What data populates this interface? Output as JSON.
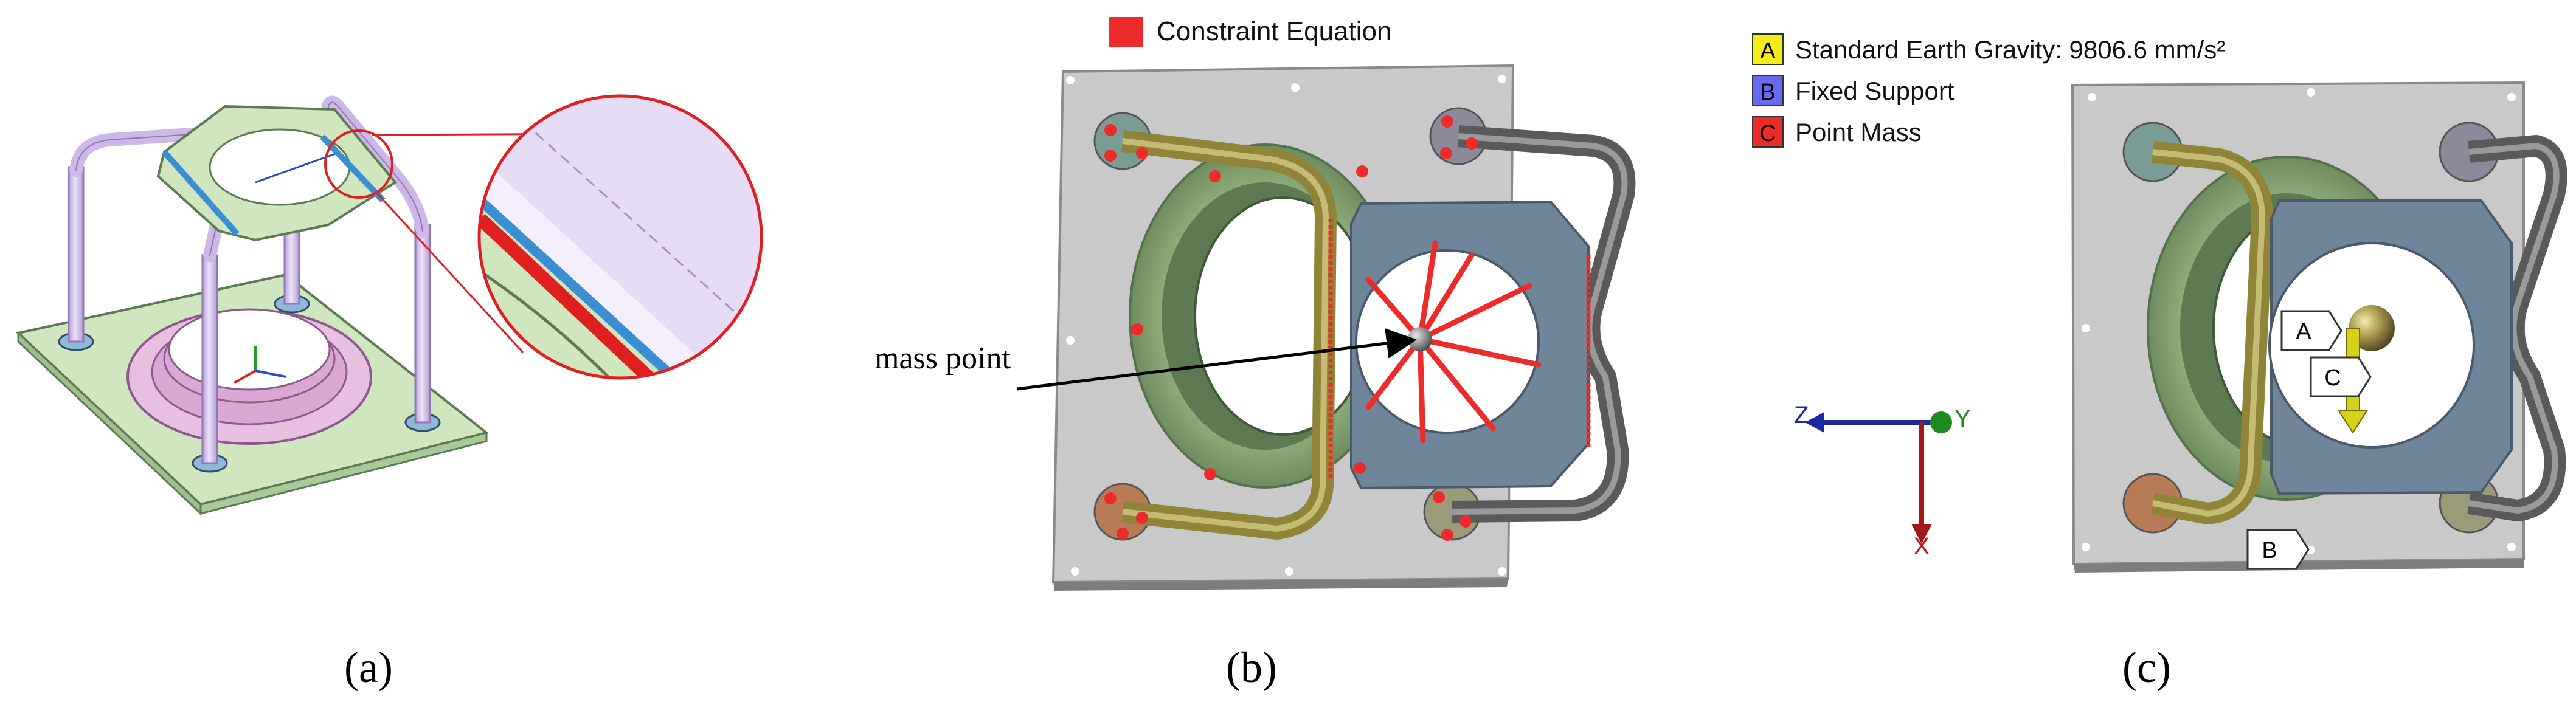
{
  "panels": {
    "a": {
      "caption": "(a)"
    },
    "b": {
      "caption": "(b)",
      "legend": {
        "label": "Constraint Equation",
        "color": "#ee2b2b"
      },
      "annotation": "mass point"
    },
    "c": {
      "caption": "(c)",
      "legend": [
        {
          "key": "A",
          "label": "Standard Earth Gravity: 9806.6 mm/s²",
          "color": "#f4ec1a"
        },
        {
          "key": "B",
          "label": "Fixed Support",
          "color": "#6a6af0"
        },
        {
          "key": "C",
          "label": "Point Mass",
          "color": "#ee2b2b"
        }
      ],
      "triad": {
        "z": "Z",
        "y": "Y",
        "x": "X"
      },
      "tags": {
        "a": "A",
        "b": "B",
        "c": "C"
      }
    }
  },
  "colors": {
    "plate_green": "#cfe6bf",
    "tube_lavender": "#d8c6ee",
    "stripe_blue": "#3b8fd0",
    "zoom_red": "#e02020",
    "steel_plate": "#c7c7c7",
    "flange_green": "#7f9a6a",
    "tube_gold": "#8f8438",
    "tube_dark": "#5a5a5a",
    "bracket_blue": "#6f859a"
  }
}
